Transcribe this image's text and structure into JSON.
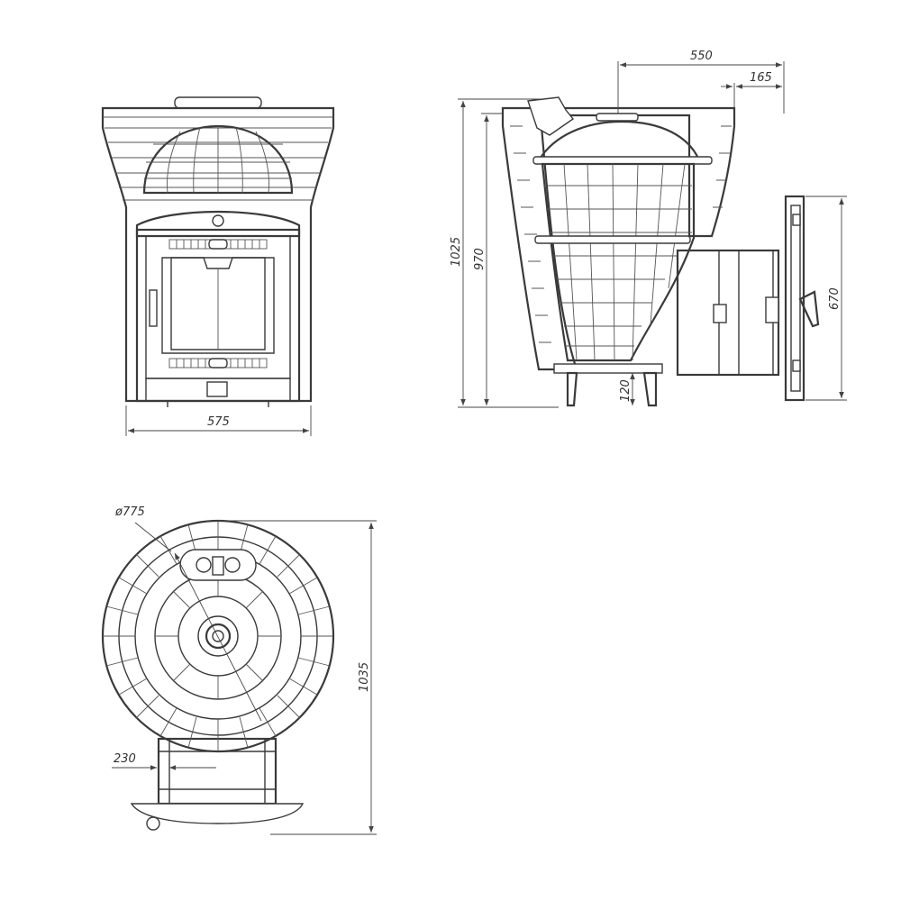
{
  "dimensions": {
    "front_width": "575",
    "side_top_width": "550",
    "side_top_offset": "165",
    "side_total_height": "1025",
    "side_body_height": "970",
    "side_door_height": "670",
    "side_leg_height": "120",
    "top_diameter": "ø775",
    "top_total_depth": "1035",
    "top_tunnel_width": "230"
  },
  "colors": {
    "line": "#3a3a3a",
    "background": "#ffffff"
  }
}
